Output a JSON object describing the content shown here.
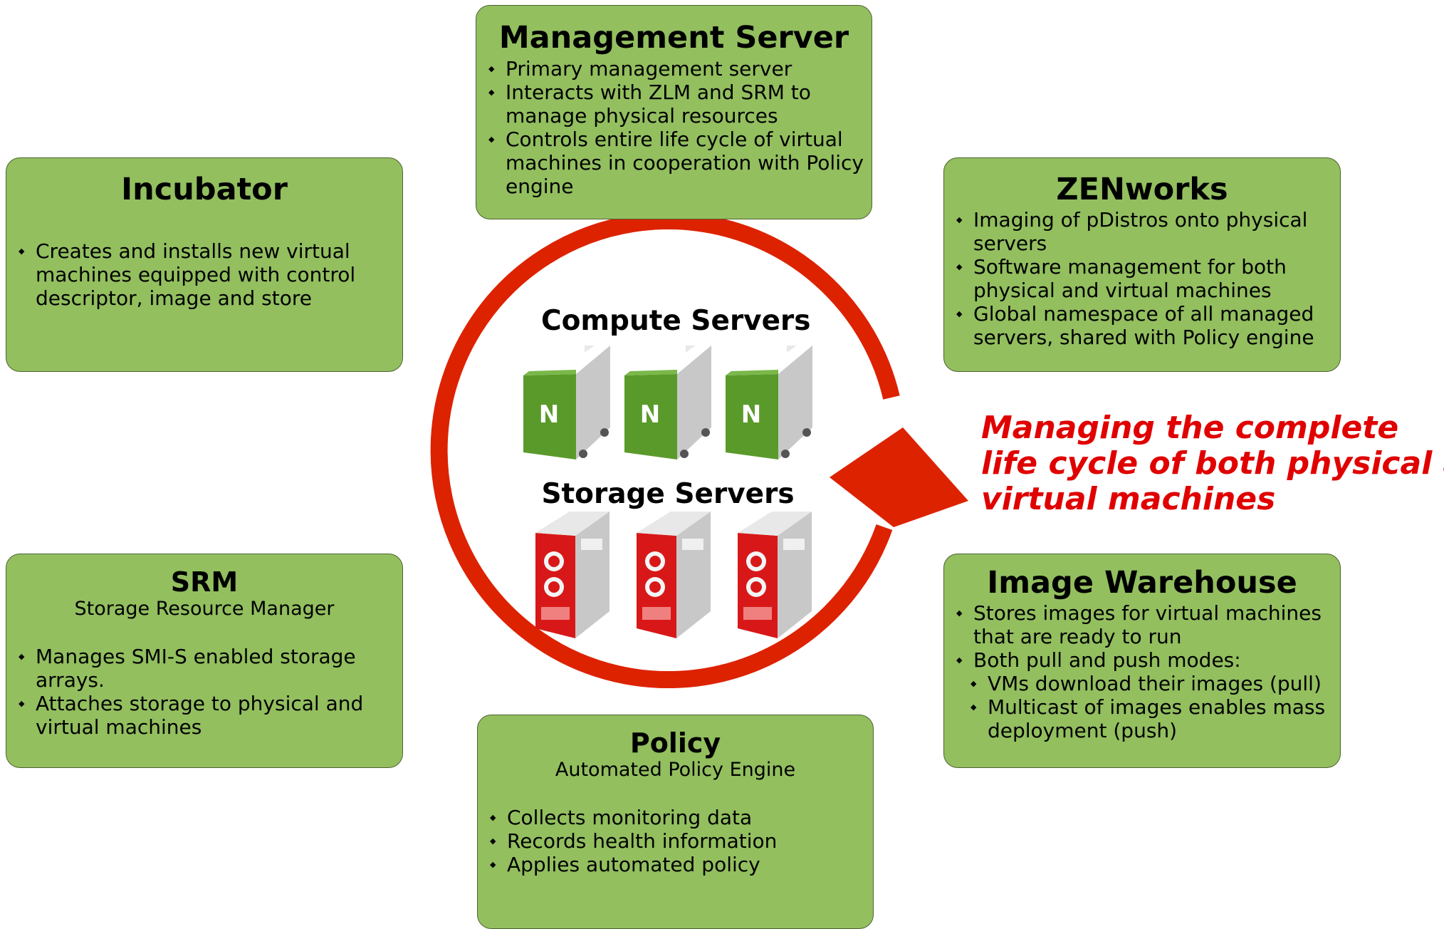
{
  "boxes": {
    "management_server": {
      "title": "Management Server",
      "bullets": [
        "Primary management server",
        "Interacts with ZLM and SRM to manage physical resources",
        "Controls entire life cycle of virtual machines in cooperation with Policy engine"
      ]
    },
    "incubator": {
      "title": "Incubator",
      "bullets": [
        "Creates and installs new virtual machines equipped with control descriptor, image and store"
      ]
    },
    "zenworks": {
      "title": "ZENworks",
      "bullets": [
        "Imaging of pDistros onto physical servers",
        "Software management for both physical and virtual machines",
        "Global namespace of all managed servers, shared with Policy engine"
      ]
    },
    "srm": {
      "title": "SRM",
      "subtitle": "Storage Resource Manager",
      "bullets": [
        "Manages SMI-S enabled storage arrays.",
        "Attaches storage to physical and virtual machines"
      ]
    },
    "image_warehouse": {
      "title": "Image Warehouse",
      "bullets": [
        "Stores images for virtual machines that are ready to run",
        "Both pull and push modes:"
      ],
      "sub_bullets": [
        "VMs download their images (pull)",
        "Multicast of images enables mass deployment (push)"
      ]
    },
    "policy": {
      "title": "Policy",
      "subtitle": "Automated Policy Engine",
      "bullets": [
        "Collects monitoring data",
        "Records health information",
        "Applies automated policy"
      ]
    }
  },
  "center": {
    "compute_label": "Compute Servers",
    "storage_label": "Storage Servers",
    "compute_server_logo": "N",
    "compute_server_count": 3,
    "storage_server_count": 3
  },
  "tagline": {
    "line1": "Managing the complete",
    "line2": "life cycle of both physical and",
    "line3": "virtual machines"
  },
  "colors": {
    "box_fill": "#93bf5f",
    "box_border": "#4e6332",
    "cycle_red": "#dd2200",
    "tagline_red": "#e00000",
    "compute_green": "#5a9a2a",
    "storage_red": "#d81818"
  },
  "icons": [
    "cycle-arrow-icon",
    "compute-server-icon",
    "storage-server-icon",
    "diamond-bullet-icon"
  ]
}
